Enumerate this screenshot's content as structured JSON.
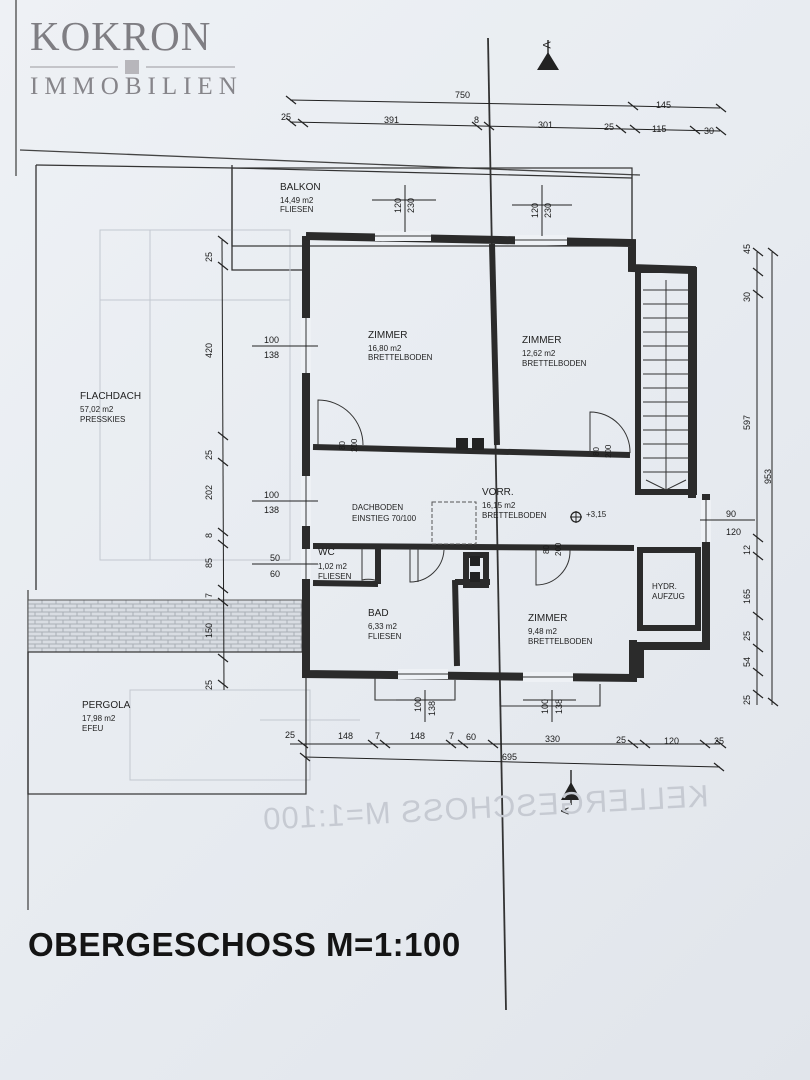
{
  "logo": {
    "top": "KOKRON",
    "bottom": "IMMOBILIEN"
  },
  "caption": "OBERGESCHOSS M=1:100",
  "ghost_text": "KELLERGESCHOSS M=1:100",
  "section_marker": "A",
  "rooms": {
    "balkon": {
      "name": "BALKON",
      "area": "14,49 m2",
      "floor": "FLIESEN"
    },
    "zimmer1": {
      "name": "ZIMMER",
      "area": "16,80 m2",
      "floor": "BRETTELBODEN"
    },
    "zimmer2": {
      "name": "ZIMMER",
      "area": "12,62 m2",
      "floor": "BRETTELBODEN"
    },
    "flachdach": {
      "name": "FLACHDACH",
      "area": "57,02 m2",
      "floor": "PRESSKIES"
    },
    "vorr": {
      "name": "VORR.",
      "area": "16,15 m2",
      "floor": "BRETTELBODEN"
    },
    "dachboden": {
      "name": "DACHBODEN",
      "sub": "EINSTIEG 70/100"
    },
    "wc": {
      "name": "WC",
      "area": "1,02 m2",
      "floor": "FLIESEN"
    },
    "bad": {
      "name": "BAD",
      "area": "6,33 m2",
      "floor": "FLIESEN"
    },
    "zimmer3": {
      "name": "ZIMMER",
      "area": "9,48 m2",
      "floor": "BRETTELBODEN"
    },
    "aufzug": {
      "name": "HYDR.",
      "sub": "AUFZUG"
    },
    "pergola": {
      "name": "PERGOLA",
      "area": "17,98 m2",
      "floor": "EFEU"
    }
  },
  "level": "+3,15",
  "dims": {
    "top_total": "750",
    "top_right": "145",
    "top_row": [
      "25",
      "391",
      "8",
      "301",
      "25",
      "115",
      "30"
    ],
    "bottom_row": [
      "25",
      "148",
      "7",
      "148",
      "7",
      "60",
      "330",
      "25",
      "120",
      "25"
    ],
    "bottom_total": "695",
    "left_col": [
      "25",
      "420",
      "25",
      "202",
      "8",
      "85",
      "7",
      "150",
      "25"
    ],
    "right_col": [
      "45",
      "30",
      "597",
      "953",
      "12",
      "165",
      "25",
      "54",
      "25"
    ],
    "openings": {
      "w1": [
        "120",
        "230"
      ],
      "w2": [
        "120",
        "230"
      ],
      "w3": [
        "100",
        "138"
      ],
      "w4": [
        "100",
        "138"
      ],
      "w5": [
        "50",
        "60"
      ],
      "w6": [
        "90",
        "120"
      ],
      "w7": [
        "100",
        "138"
      ],
      "w8": [
        "100",
        "138"
      ],
      "doors": [
        "80",
        "200"
      ]
    }
  }
}
